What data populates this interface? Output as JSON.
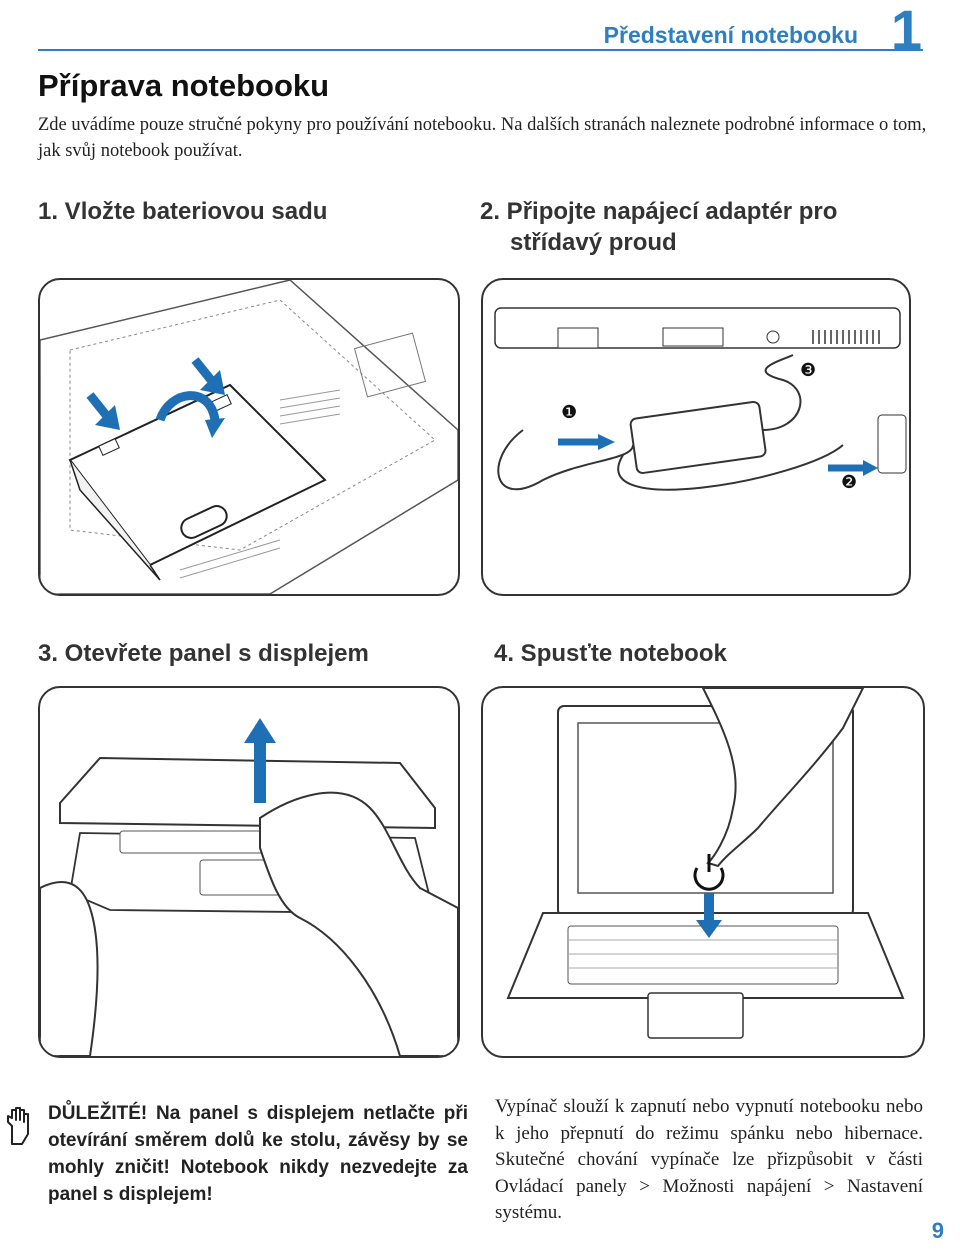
{
  "header": {
    "chapter_title": "Představení notebooku",
    "chapter_number": "1"
  },
  "section": {
    "title": "Příprava notebooku",
    "intro": "Zde uvádíme pouze stručné pokyny pro používání notebooku. Na dalších stranách naleznete podrobné informace o tom, jak svůj notebook používat."
  },
  "steps": [
    {
      "label": "1. Vložte bateriovou sadu"
    },
    {
      "label_line1": "2. Připojte napájecí adaptér pro",
      "label_line2": "střídavý proud"
    },
    {
      "label": "3. Otevřete panel s displejem"
    },
    {
      "label": "4. Spusťte notebook"
    }
  ],
  "callouts": {
    "c1": "❶",
    "c2": "❷",
    "c3": "❸"
  },
  "notes": {
    "important_label": "DŮLEŽITÉ!",
    "important_text": "Na panel s displejem netlačte při otevírání směrem dolů ke stolu, závěsy by se mohly zničit! Notebook nikdy nezvedejte za panel s displejem!",
    "power_text": "Vypínač slouží k zapnutí nebo vypnutí notebooku nebo k jeho přepnutí do režimu spánku nebo hibernace. Skutečné chování vypínače lze přizpůsobit v části Ovládací panely > Možnosti napájení > Nastavení systému."
  },
  "page_number": "9",
  "colors": {
    "accent": "#2e7fc0",
    "arrow": "#1f6fb5"
  },
  "icons": {
    "note": "hand-pointing-icon",
    "power": "power-icon"
  }
}
